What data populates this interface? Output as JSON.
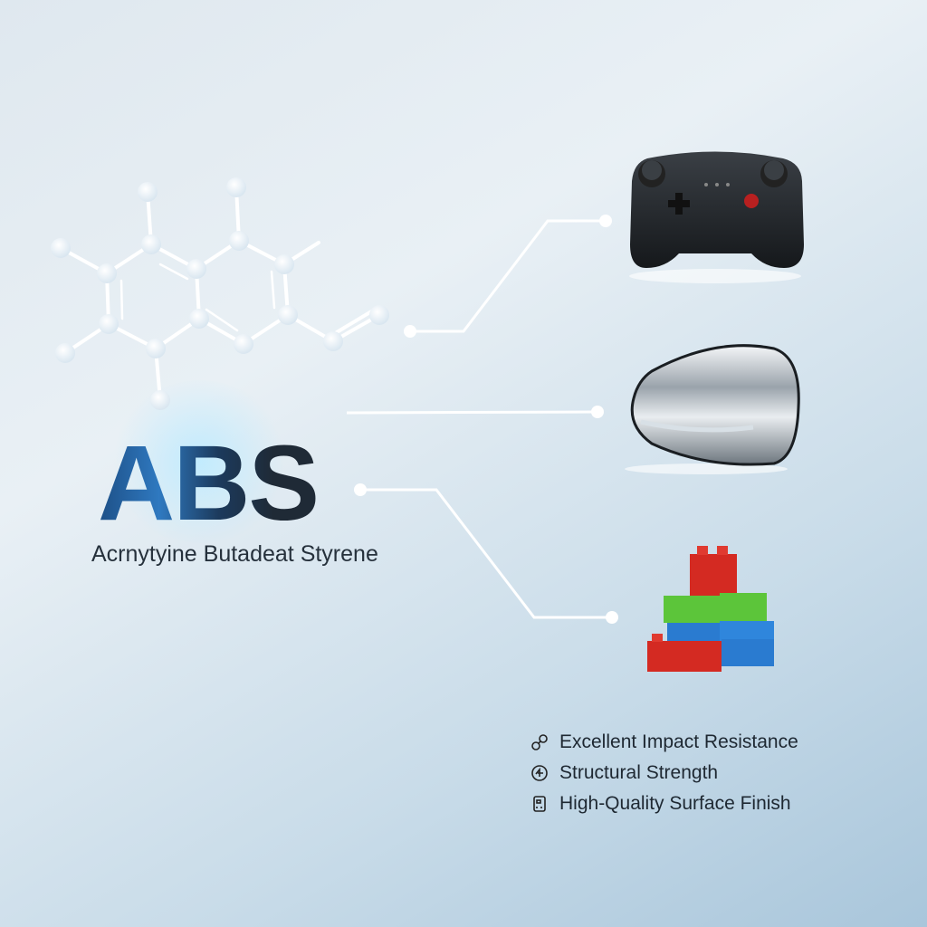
{
  "title": "ABS",
  "subtitle": "Acrnytyine Butadeat Styrene",
  "applications": [
    {
      "name": "game-controller",
      "icon": "game-controller-icon"
    },
    {
      "name": "car-side-mirror",
      "icon": "car-mirror-icon"
    },
    {
      "name": "toy-building-blocks",
      "icon": "building-blocks-icon"
    }
  ],
  "features": [
    {
      "label": "Excellent Impact Resistance",
      "icon": "impact-icon"
    },
    {
      "label": "Structural Strength",
      "icon": "strength-icon"
    },
    {
      "label": "High-Quality Surface Finish",
      "icon": "surface-finish-icon"
    }
  ],
  "colors": {
    "title_blue": "#2f79c0",
    "title_dark": "#1f2a36",
    "block_red": "#d42a22",
    "block_green": "#5cc53a",
    "block_blue": "#2a7bd0"
  }
}
